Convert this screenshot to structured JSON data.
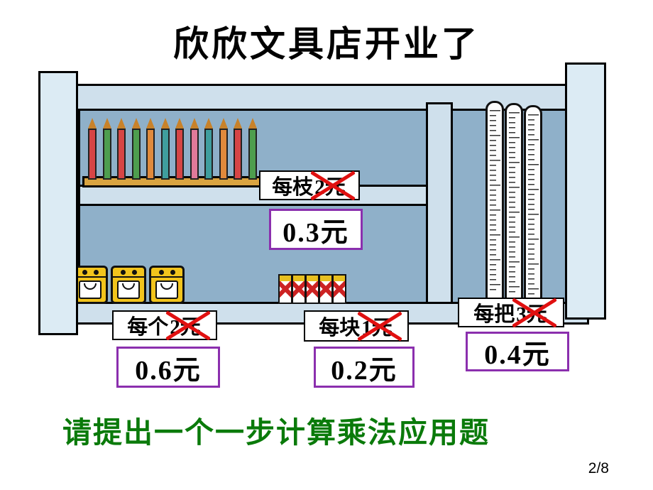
{
  "title": "欣欣文具店开业了",
  "labels": {
    "pencil": {
      "prefix": "每枝",
      "old_price": "2元",
      "new_price": "0.3元"
    },
    "sharpener": {
      "prefix": "每个",
      "old_price": "2元",
      "new_price": "0.6元"
    },
    "eraser": {
      "prefix": "每块",
      "old_price": "1元",
      "new_price": "0.2元"
    },
    "ruler": {
      "prefix": "每把",
      "old_price": "3元",
      "new_price": "0.4元"
    }
  },
  "bottom_text": "请提出一个一步计算乘法应用题",
  "page_number": "2/8",
  "colors": {
    "accent_purple": "#8b2fae",
    "cross_red": "#e01010",
    "text_green": "#0a7a0a",
    "shelf_inner_blue": "#8fb0c9",
    "shelf_post_blue": "#cfe0ec"
  },
  "shelf": {
    "pencil_colors": [
      "#d64545",
      "#4e9e4e",
      "#d64545",
      "#4e9e4e",
      "#e08a3c",
      "#3f9e9e",
      "#d64545",
      "#e07a9a",
      "#3f9e9e",
      "#e08a3c",
      "#d64545",
      "#4e9e4e"
    ],
    "sharpener_count": 3,
    "eraser_count": 5,
    "ruler_count": 3
  }
}
